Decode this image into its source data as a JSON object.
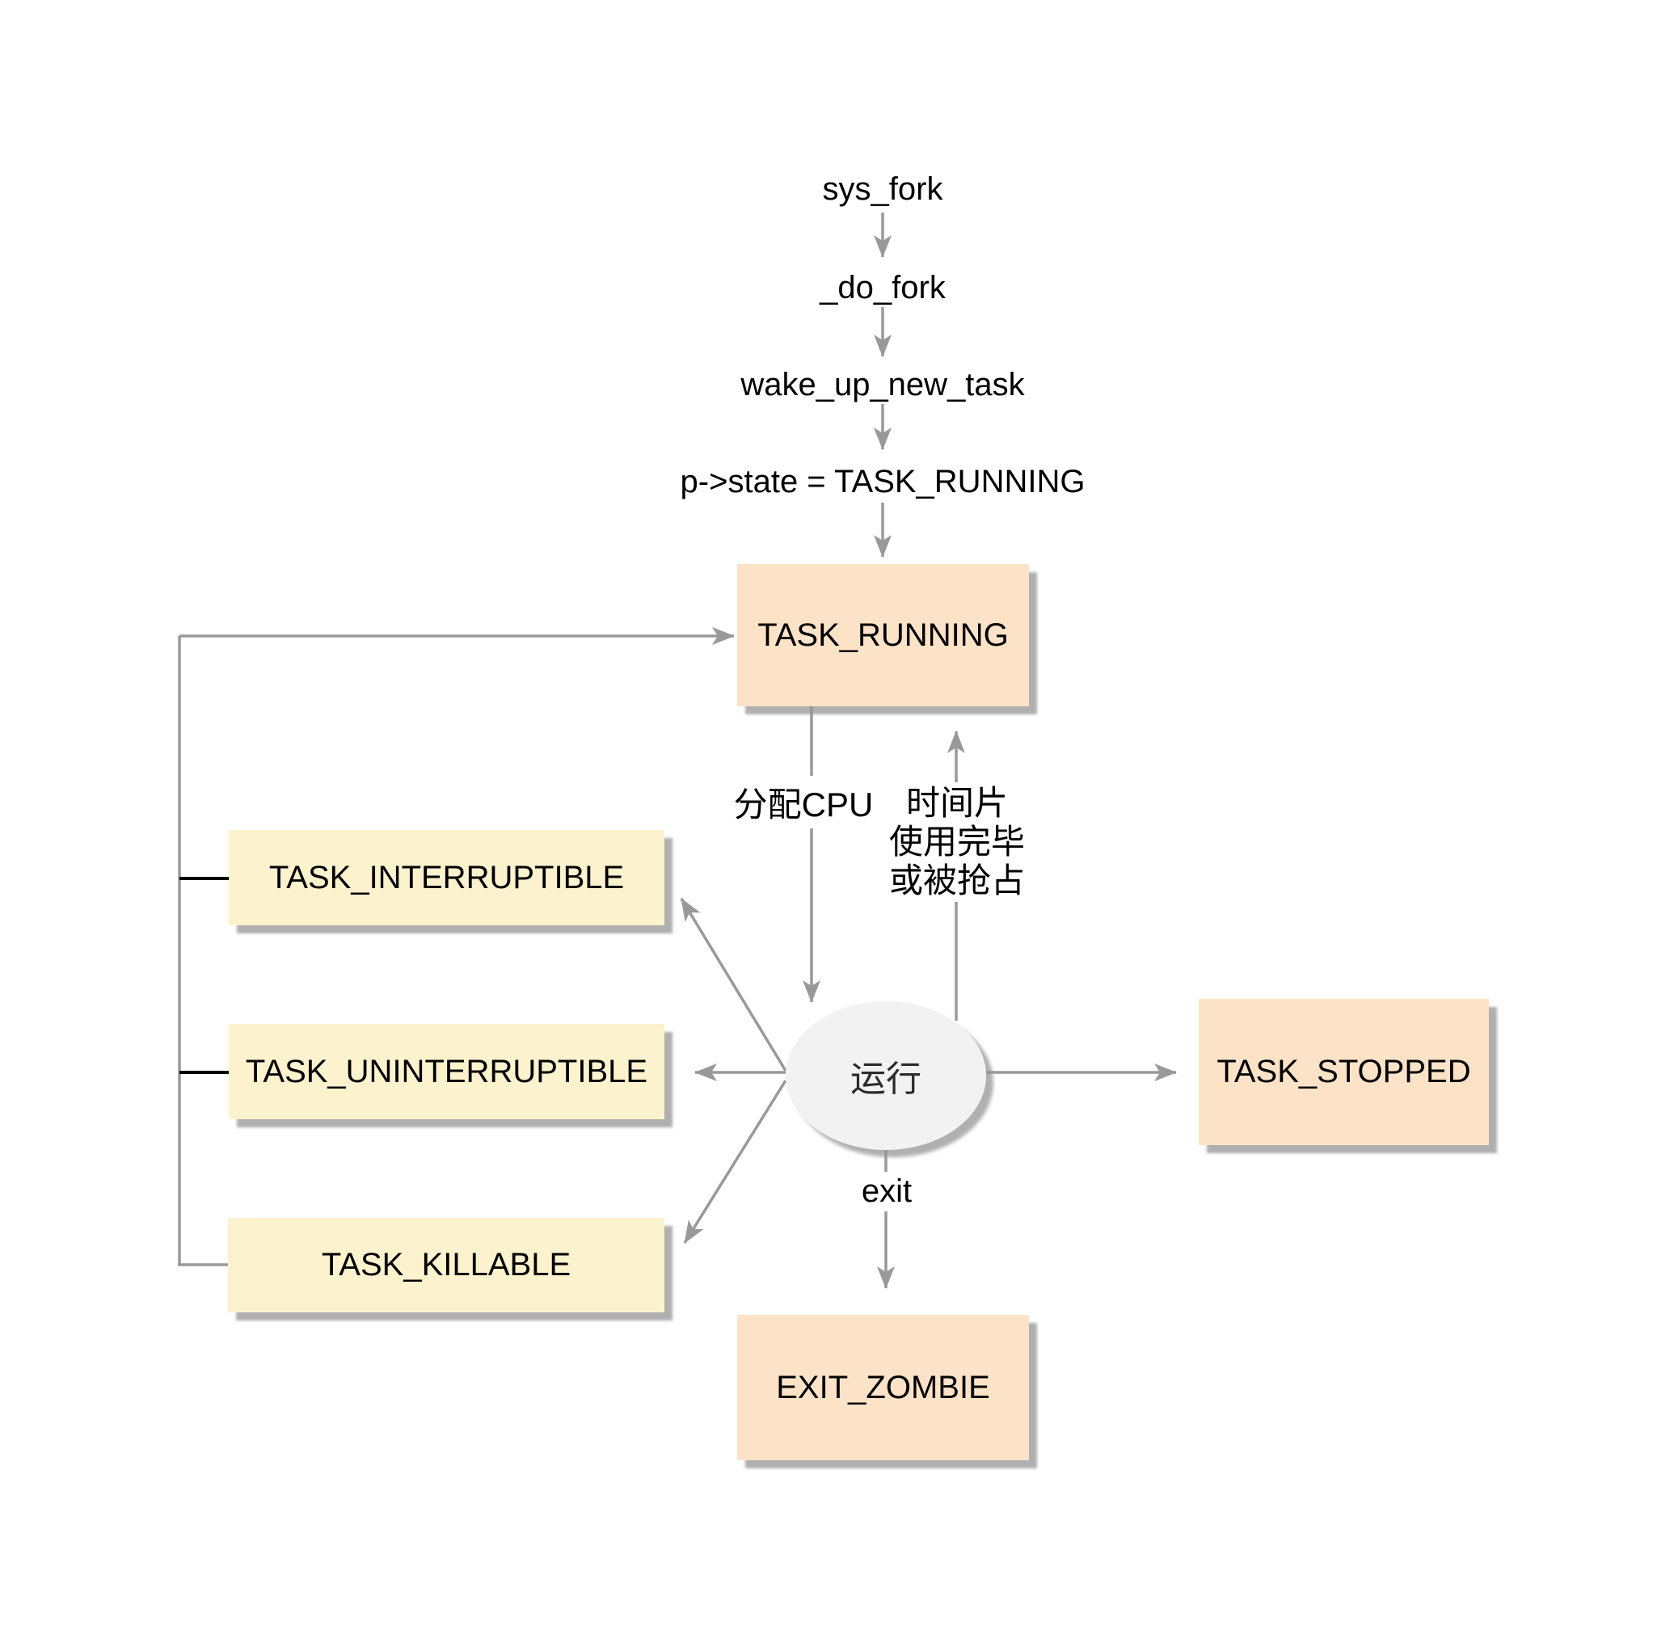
{
  "flow": {
    "step1": "sys_fork",
    "step2": "_do_fork",
    "step3": "wake_up_new_task",
    "step4": "p->state = TASK_RUNNING"
  },
  "states": {
    "running": "TASK_RUNNING",
    "interruptible": "TASK_INTERRUPTIBLE",
    "uninterruptible": "TASK_UNINTERRUPTIBLE",
    "killable": "TASK_KILLABLE",
    "stopped": "TASK_STOPPED",
    "zombie": "EXIT_ZOMBIE",
    "running_on_cpu": "运行"
  },
  "edge_labels": {
    "allocate_cpu": "分配CPU",
    "timeslice_line1": "时间片",
    "timeslice_line2": "使用完毕",
    "timeslice_line3": "或被抢占",
    "exit": "exit"
  },
  "colors": {
    "state_box": "#FCE3C7",
    "wait_box": "#FCF2CE",
    "ellipse": "#F2F2F2",
    "connector": "#999999",
    "stub_line": "#000000",
    "text": "#000000"
  }
}
